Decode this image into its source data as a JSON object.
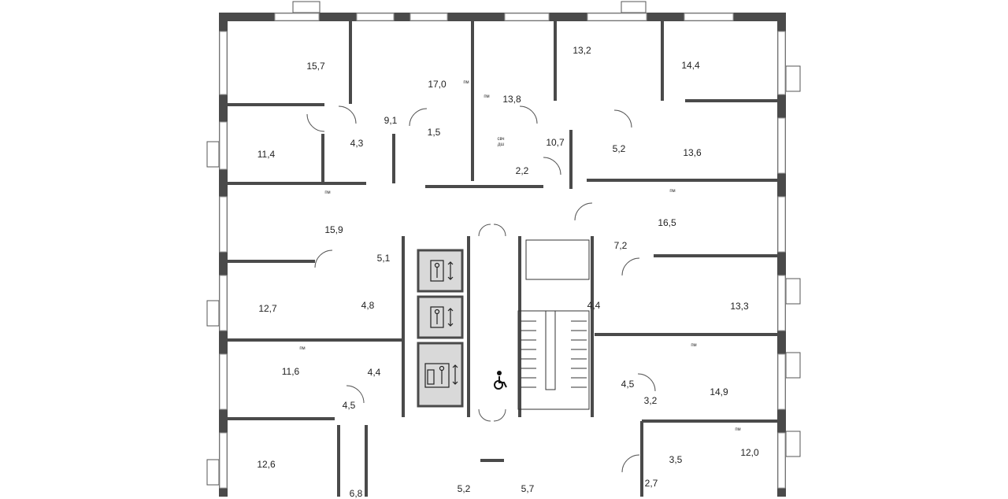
{
  "plan": {
    "wall_color": "#4a4a4a",
    "elevator_fill": "#d9d9d9",
    "rooms": [
      "15,7",
      "17,0",
      "13,8",
      "13,2",
      "14,4",
      "9,1",
      "1,5",
      "4,3",
      "11,4",
      "10,7",
      "5,2",
      "13,6",
      "2,2",
      "15,9",
      "16,5",
      "5,1",
      "7,2",
      "12,7",
      "4,8",
      "4,4",
      "13,3",
      "11,6",
      "4,4",
      "4,5",
      "14,9",
      "4,5",
      "3,2",
      "12,6",
      "3,5",
      "12,0",
      "2,7",
      "6,8",
      "5,2",
      "5,7"
    ],
    "appliance_labels": {
      "fridge": "пм",
      "microwave": "свч",
      "dishwasher": "дш"
    },
    "icons": [
      "elevator-icon",
      "freight-elevator-icon",
      "wheelchair-icon",
      "stairs-icon"
    ]
  }
}
